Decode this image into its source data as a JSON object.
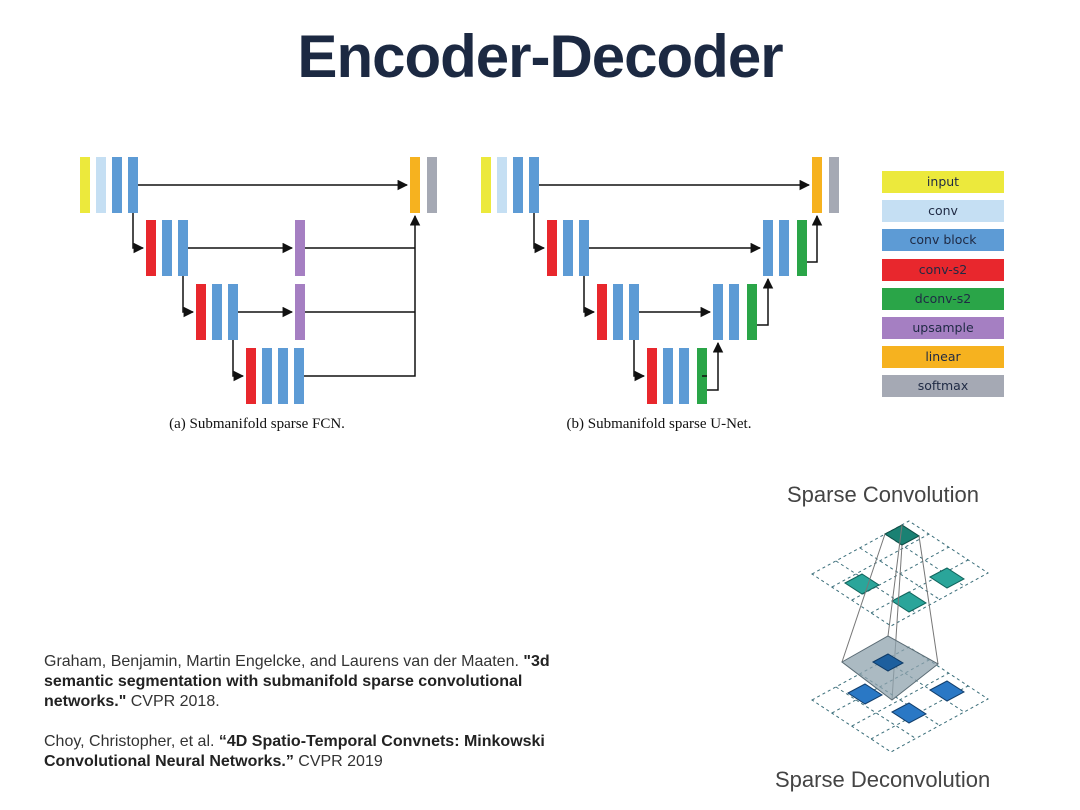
{
  "slide": {
    "title": "Encoder-Decoder"
  },
  "diagram": {
    "caption_a": "(a) Submanifold sparse FCN.",
    "caption_b": "(b) Submanifold sparse U-Net."
  },
  "legend": {
    "items": [
      {
        "label": "input",
        "color": "#ece93c"
      },
      {
        "label": "conv",
        "color": "#c5dff3"
      },
      {
        "label": "conv block",
        "color": "#5d9bd5"
      },
      {
        "label": "conv-s2",
        "color": "#e8272d"
      },
      {
        "label": "dconv-s2",
        "color": "#2aa548"
      },
      {
        "label": "upsample",
        "color": "#a57fc2"
      },
      {
        "label": "linear",
        "color": "#f6b21f"
      },
      {
        "label": "softmax",
        "color": "#a5a9b4"
      }
    ]
  },
  "sparse": {
    "conv_label": "Sparse Convolution",
    "deconv_label": "Sparse Deconvolution"
  },
  "references": {
    "ref1_prefix": "Graham, Benjamin, Martin Engelcke, and Laurens van der Maaten. ",
    "ref1_title": "\"3d semantic segmentation with submanifold sparse convolutional networks.\"",
    "ref1_suffix": " CVPR 2018.",
    "ref2_prefix": "Choy, Christopher, et al. ",
    "ref2_title": "“4D Spatio-Temporal Convnets: Minkowski Convolutional Neural Networks.”",
    "ref2_suffix": " CVPR 2019"
  }
}
